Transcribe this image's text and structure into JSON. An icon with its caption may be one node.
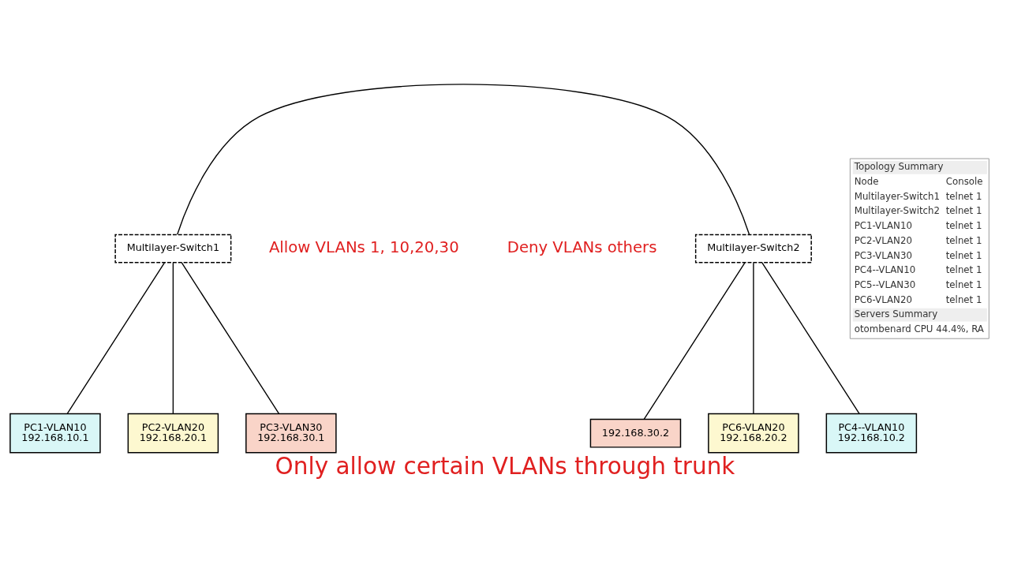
{
  "diagram": {
    "caption": "Only allow certain VLANs through trunk",
    "nodes": [
      {
        "text": [
          "Multilayer-Switch1"
        ]
      },
      {
        "text": [
          "Multilayer-Switch2"
        ]
      },
      {
        "text": [
          "PC1-VLAN10",
          "192.168.10.1"
        ]
      },
      {
        "text": [
          "PC2-VLAN20",
          "192.168.20.1"
        ]
      },
      {
        "text": [
          "PC3-VLAN30",
          "192.168.30.1"
        ]
      },
      {
        "text": [
          "192.168.30.2"
        ]
      },
      {
        "text": [
          "PC6-VLAN20",
          "192.168.20.2"
        ]
      },
      {
        "text": [
          "PC4--VLAN10",
          "192.168.10.2"
        ]
      }
    ],
    "edges": [
      {
        "from": 0,
        "to": 1,
        "arrow": "none"
      },
      {
        "from": 0,
        "to": 2,
        "arrow": "none"
      },
      {
        "from": 0,
        "to": 3,
        "arrow": "none"
      },
      {
        "from": 0,
        "to": 4,
        "arrow": "none"
      },
      {
        "from": 1,
        "to": 5,
        "arrow": "none"
      },
      {
        "from": 1,
        "to": 6,
        "arrow": "none"
      },
      {
        "from": 1,
        "to": 7,
        "arrow": "none"
      }
    ],
    "labels": [
      "Allow VLANs 1, 10,20,30",
      "Deny VLANs others",
      "Topology Summary",
      "Node",
      "Console",
      "Multilayer-Switch1",
      "telnet 1",
      "Multilayer-Switch2",
      "telnet 1",
      "PC1-VLAN10",
      "telnet 1",
      "PC2-VLAN20",
      "telnet 1",
      "PC3-VLAN30",
      "telnet 1",
      "PC4--VLAN10",
      "telnet 1",
      "PC5--VLAN30",
      "telnet 1",
      "PC6-VLAN20",
      "telnet 1",
      "Servers Summary",
      "otombenard CPU 44.4%, RA"
    ]
  }
}
